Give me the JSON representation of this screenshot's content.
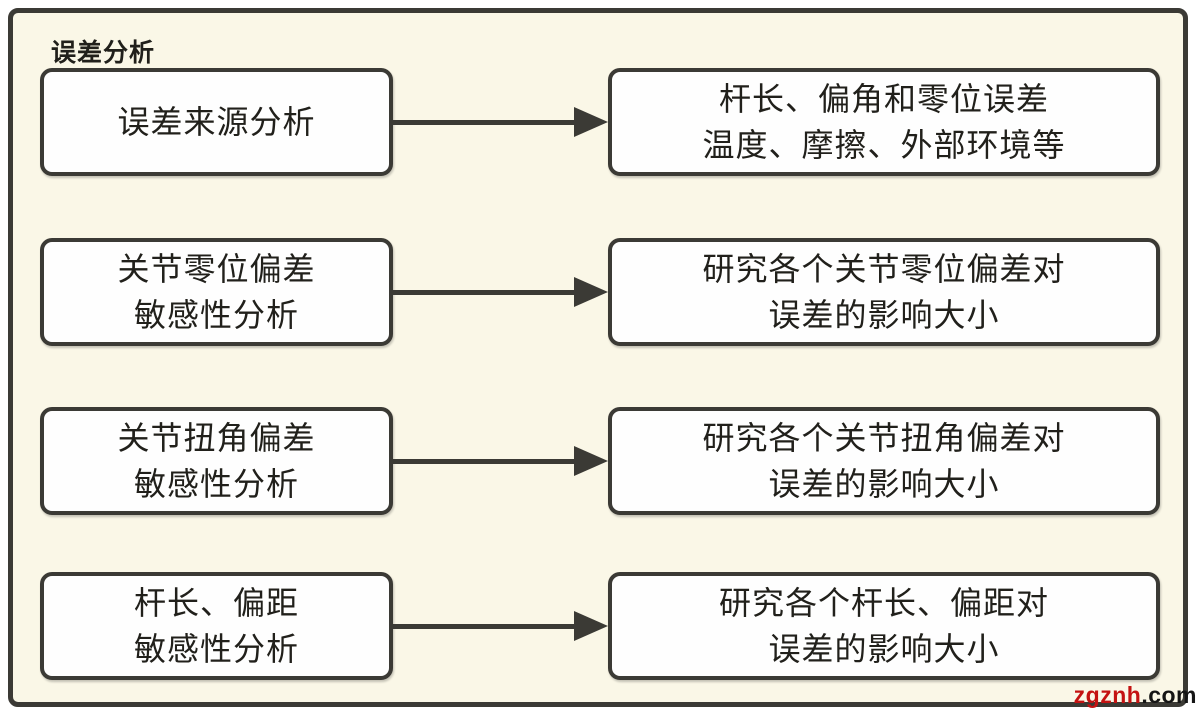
{
  "frame": {
    "title": "误差分析"
  },
  "colors": {
    "page_background": "#ffffff",
    "frame_background": "#faf7e7",
    "border": "#3b3a35",
    "box_background": "#fefefe",
    "text": "#21201b",
    "watermark_red": "#c41212",
    "watermark_dark": "#151515"
  },
  "rows": [
    {
      "left": "误差来源分析",
      "right": "杆长、偏角和零位误差\n温度、摩擦、外部环境等"
    },
    {
      "left": "关节零位偏差\n敏感性分析",
      "right": "研究各个关节零位偏差对\n误差的影响大小"
    },
    {
      "left": "关节扭角偏差\n敏感性分析",
      "right": "研究各个关节扭角偏差对\n误差的影响大小"
    },
    {
      "left": "杆长、偏距\n敏感性分析",
      "right": "研究各个杆长、偏距对\n误差的影响大小"
    }
  ],
  "watermark": {
    "name": "zgznh",
    "tld": ".com"
  }
}
